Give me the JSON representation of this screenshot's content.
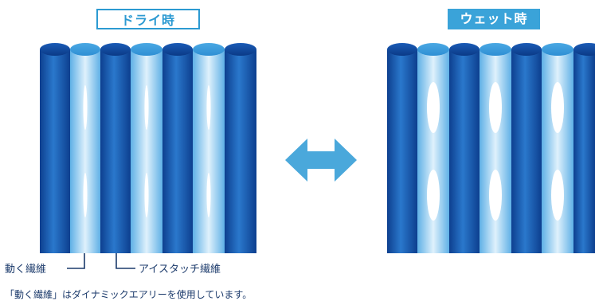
{
  "dry": {
    "title": "ドライ時"
  },
  "wet": {
    "title": "ウェット時"
  },
  "labels": {
    "moving_fiber": "動く繊維",
    "icetouch_fiber": "アイスタッチ繊維"
  },
  "caption": "「動く繊維」はダイナミックエアリーを使用しています。",
  "colors": {
    "dark_fiber": "#1a5fb4",
    "light_fiber": "#8fcaf0",
    "arrow": "#4aa8db",
    "text": "#1b3a6b"
  }
}
